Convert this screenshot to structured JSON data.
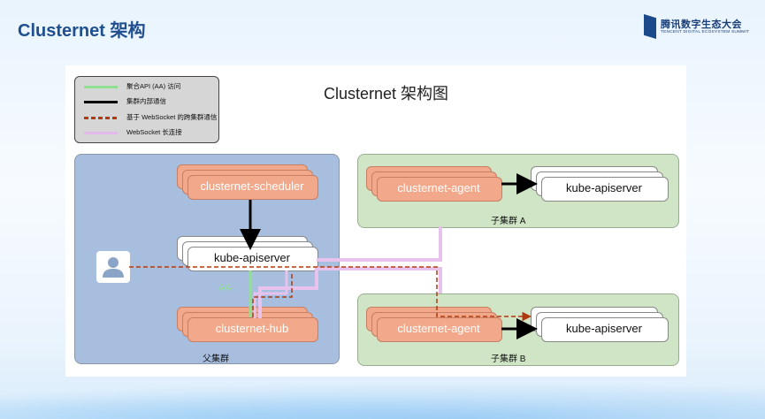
{
  "slide": {
    "title": "Clusternet 架构",
    "brand": {
      "name": "腾讯数字生态大会",
      "sub": "TENCENT DIGITAL ECOSYSTEM SUMMIT"
    }
  },
  "diagram": {
    "title": "Clusternet 架构图",
    "legend": [
      {
        "label": "聚合API (AA) 访问",
        "color": "#8fe08f",
        "style": "solid"
      },
      {
        "label": "集群内部通信",
        "color": "#000000",
        "style": "solid"
      },
      {
        "label": "基于 WebSocket 的跨集群通信",
        "color": "#b03a10",
        "style": "dashed"
      },
      {
        "label": "WebSocket 长连接",
        "color": "#e3b8ea",
        "style": "solid"
      }
    ],
    "parent_cluster": {
      "label": "父集群",
      "scheduler": "clusternet-scheduler",
      "apiserver": "kube-apiserver",
      "hub": "clusternet-hub",
      "aa_label": "AA"
    },
    "child_a": {
      "label": "子集群 A",
      "agent": "clusternet-agent",
      "apiserver": "kube-apiserver"
    },
    "child_b": {
      "label": "子集群 B",
      "agent": "clusternet-agent",
      "apiserver": "kube-apiserver"
    }
  },
  "icons": [
    "user-icon",
    "brand-logo-icon"
  ]
}
